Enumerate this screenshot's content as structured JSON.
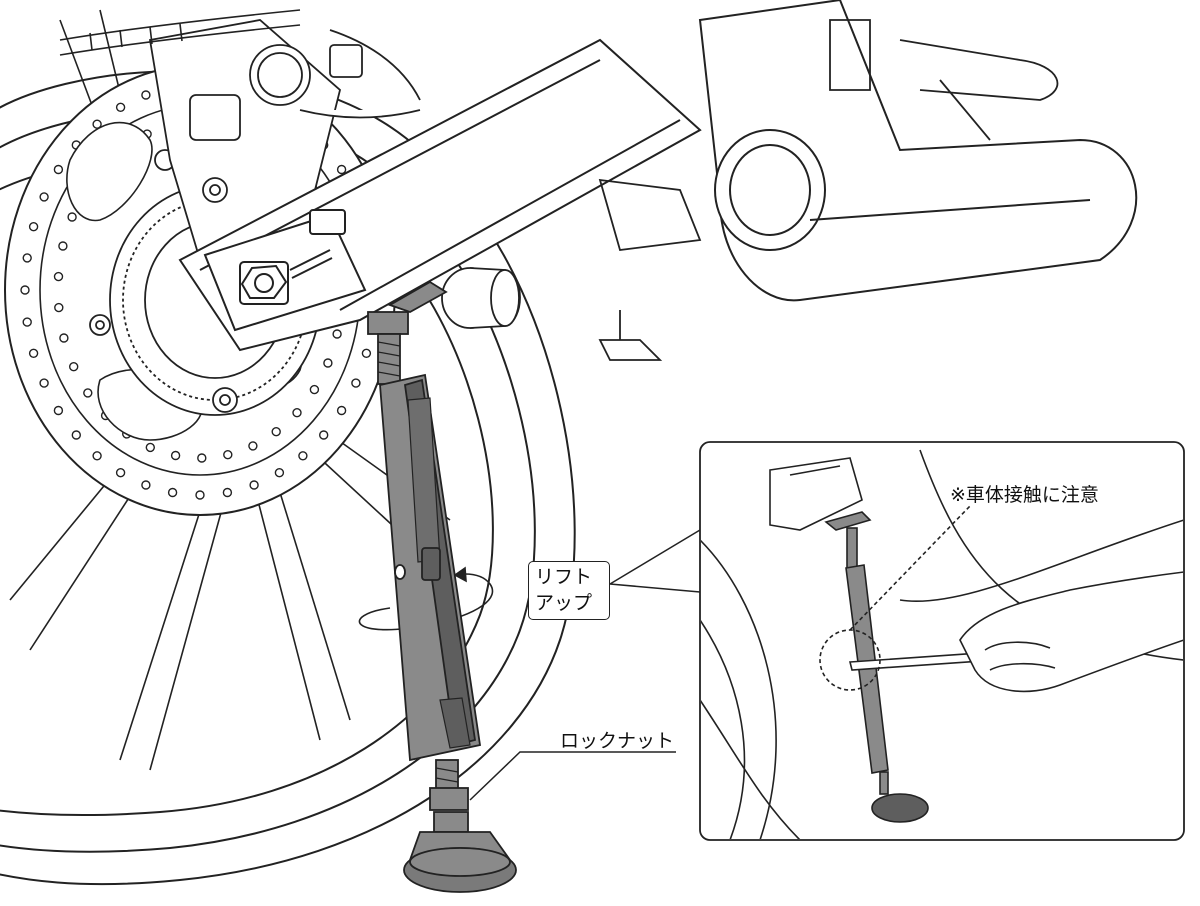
{
  "labels": {
    "lift_up_line1": "リフト",
    "lift_up_line2": "アップ",
    "lock_nut": "ロックナット",
    "caution": "※車体接触に注意"
  },
  "colors": {
    "line": "#222222",
    "stand_fill": "#8a8a8a",
    "stand_dark": "#5e5e5e",
    "background": "#ffffff"
  }
}
